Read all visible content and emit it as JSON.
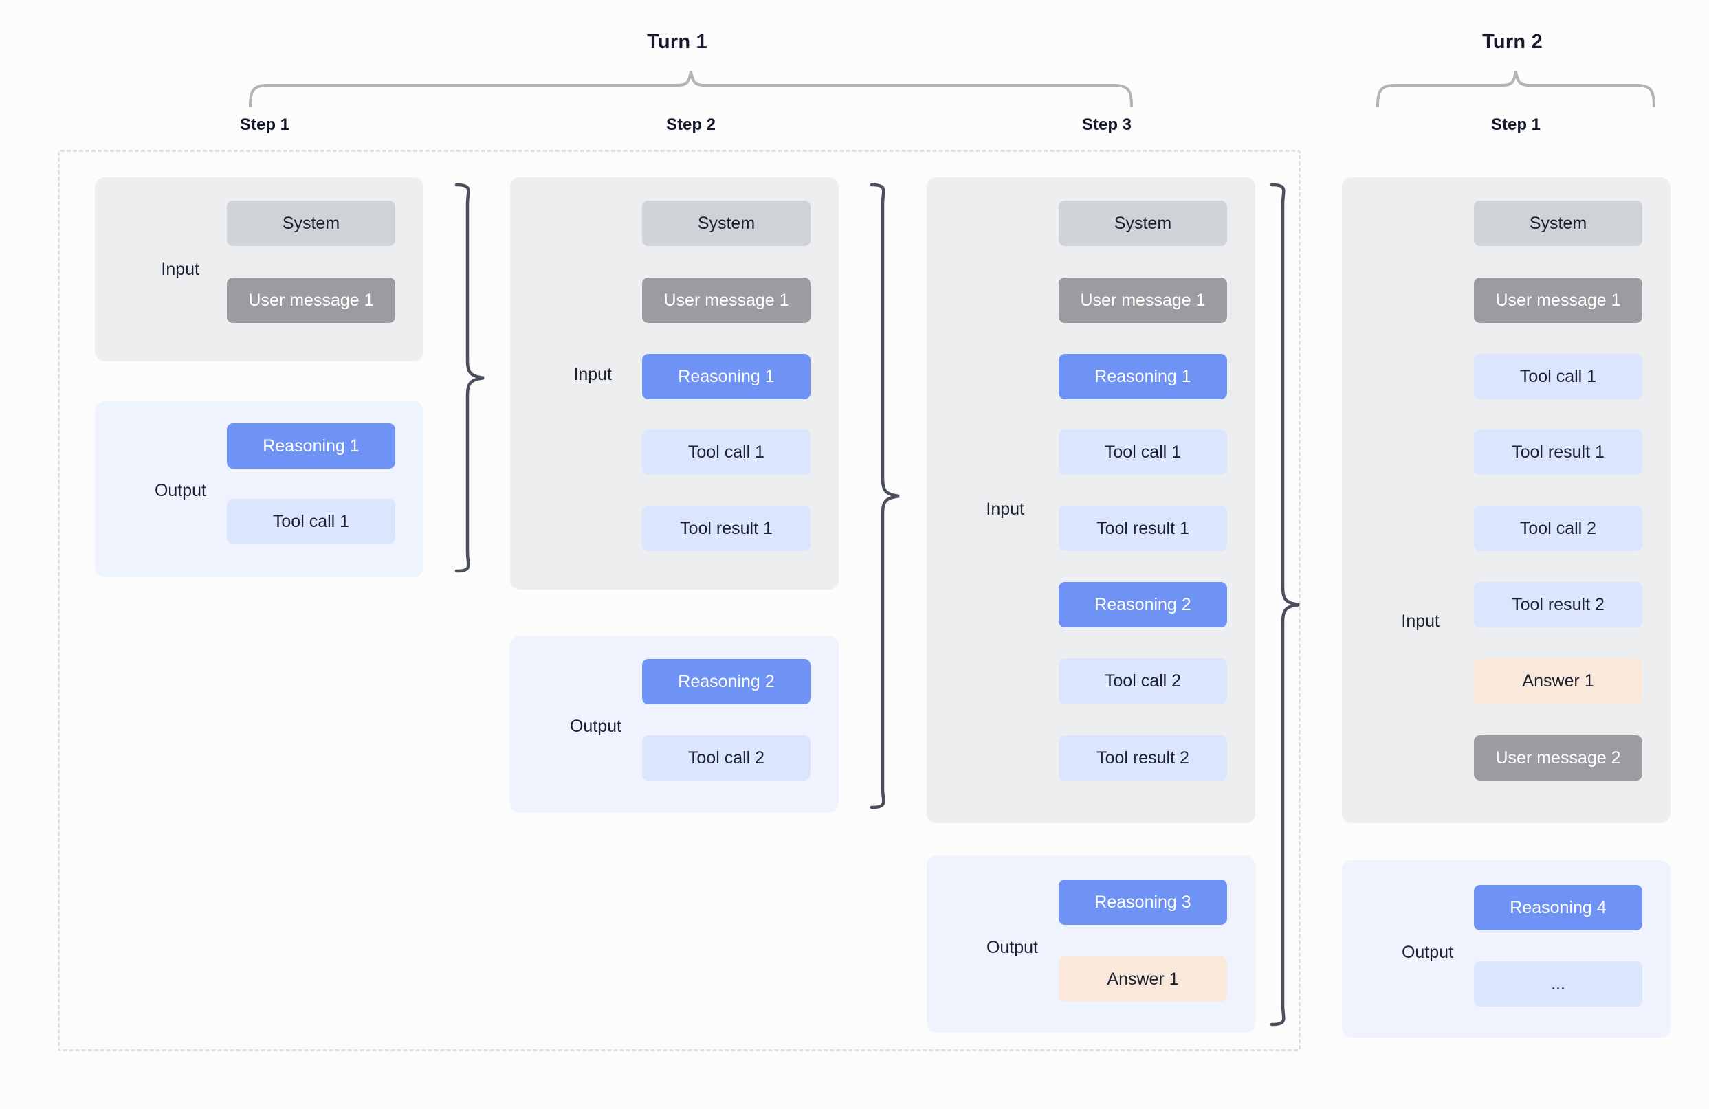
{
  "diagram": {
    "title_turn1": "Turn 1",
    "title_turn2": "Turn 2",
    "colors": {
      "background": "#fcfcfd",
      "panel_input": "#eceef0",
      "panel_output": "#eef3fe",
      "system": "#cfd2d7",
      "user": "#9a9ca0",
      "reasoning": "#6f93f5",
      "tool": "#dbe5fd",
      "answer": "#fae9da",
      "brace": "#4a4f5c",
      "dashed_border": "#dfe1e6",
      "header_brace": "#b0b3b8"
    }
  },
  "turns": [
    {
      "label": "Turn 1",
      "steps": [
        {
          "label": "Step 1",
          "input_label": "Input",
          "output_label": "Output",
          "input_blocks": [
            {
              "text": "System",
              "kind": "system"
            },
            {
              "text": "User message 1",
              "kind": "user"
            }
          ],
          "output_blocks": [
            {
              "text": "Reasoning 1",
              "kind": "reasoning"
            },
            {
              "text": "Tool call 1",
              "kind": "tool"
            }
          ]
        },
        {
          "label": "Step 2",
          "input_label": "Input",
          "output_label": "Output",
          "input_blocks": [
            {
              "text": "System",
              "kind": "system"
            },
            {
              "text": "User message 1",
              "kind": "user"
            },
            {
              "text": "Reasoning 1",
              "kind": "reasoning"
            },
            {
              "text": "Tool call 1",
              "kind": "tool"
            },
            {
              "text": "Tool result 1",
              "kind": "tool"
            }
          ],
          "output_blocks": [
            {
              "text": "Reasoning 2",
              "kind": "reasoning"
            },
            {
              "text": "Tool call 2",
              "kind": "tool"
            }
          ]
        },
        {
          "label": "Step 3",
          "input_label": "Input",
          "output_label": "Output",
          "input_blocks": [
            {
              "text": "System",
              "kind": "system"
            },
            {
              "text": "User message 1",
              "kind": "user"
            },
            {
              "text": "Reasoning 1",
              "kind": "reasoning"
            },
            {
              "text": "Tool call 1",
              "kind": "tool"
            },
            {
              "text": "Tool result 1",
              "kind": "tool"
            },
            {
              "text": "Reasoning 2",
              "kind": "reasoning"
            },
            {
              "text": "Tool call 2",
              "kind": "tool"
            },
            {
              "text": "Tool result 2",
              "kind": "tool"
            }
          ],
          "output_blocks": [
            {
              "text": "Reasoning 3",
              "kind": "reasoning"
            },
            {
              "text": "Answer 1",
              "kind": "answer"
            }
          ]
        }
      ]
    },
    {
      "label": "Turn 2",
      "steps": [
        {
          "label": "Step 1",
          "input_label": "Input",
          "output_label": "Output",
          "input_blocks": [
            {
              "text": "System",
              "kind": "system"
            },
            {
              "text": "User message 1",
              "kind": "user"
            },
            {
              "text": "Tool call 1",
              "kind": "tool"
            },
            {
              "text": "Tool result 1",
              "kind": "tool"
            },
            {
              "text": "Tool call 2",
              "kind": "tool"
            },
            {
              "text": "Tool result 2",
              "kind": "tool"
            },
            {
              "text": "Answer 1",
              "kind": "answer"
            },
            {
              "text": "User message 2",
              "kind": "user"
            }
          ],
          "output_blocks": [
            {
              "text": "Reasoning 4",
              "kind": "reasoning"
            },
            {
              "text": "...",
              "kind": "tool"
            }
          ]
        }
      ]
    }
  ],
  "labels": {
    "turn1": "Turn 1",
    "turn2": "Turn 2",
    "t1s1": "Step 1",
    "t1s2": "Step 2",
    "t1s3": "Step 3",
    "t2s1": "Step 1",
    "input": "Input",
    "output": "Output"
  }
}
